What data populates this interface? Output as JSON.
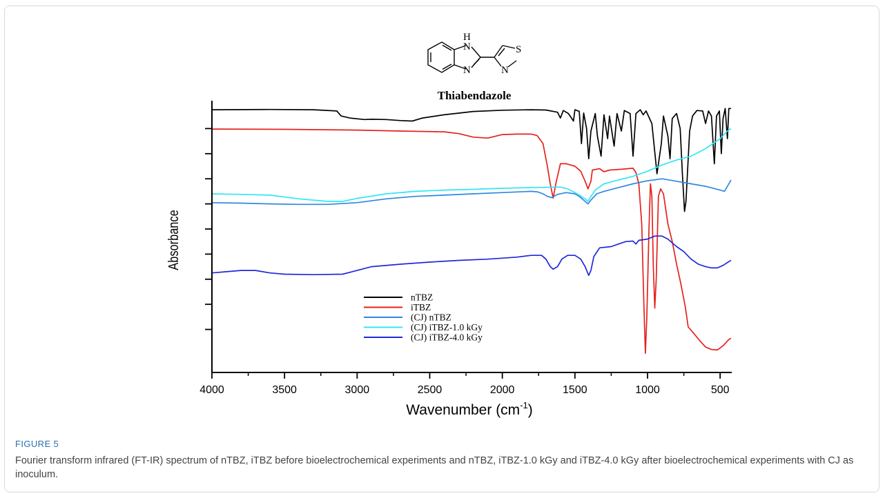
{
  "molecule": {
    "name": "Thiabendazole",
    "atom_labels": [
      "H",
      "N",
      "N",
      "N",
      "S"
    ]
  },
  "figure": {
    "label": "FIGURE 5",
    "caption": "Fourier transform infrared (FT-IR) spectrum of nTBZ, iTBZ before bioelectrochemical experiments and nTBZ, iTBZ-1.0 kGy and iTBZ-4.0 kGy after bioelectrochemical experiments with CJ as inoculum."
  },
  "chart_data": {
    "type": "line",
    "title": "",
    "xlabel_main": "Wavenumber (cm",
    "xlabel_sup": "-1",
    "xlabel_close": ")",
    "ylabel": "Absorbance",
    "xlim": [
      4000,
      420
    ],
    "x_reversed": true,
    "ylim": [
      0,
      10
    ],
    "x_ticks": [
      "4000",
      "3500",
      "3000",
      "2500",
      "2000",
      "1500",
      "1000",
      "500"
    ],
    "x_tick_values": [
      4000,
      3500,
      3000,
      2500,
      2000,
      1500,
      1000,
      500
    ],
    "y_tick_values": [
      1,
      2,
      3,
      4,
      5,
      6,
      7,
      8,
      9
    ],
    "y_ticks_labeled": false,
    "grid": false,
    "legend_position": "lower-center",
    "legend": [
      "nTBZ",
      "iTBZ",
      "(CJ) nTBZ",
      "(CJ) iTBZ-1.0 kGy",
      "(CJ) iTBZ-4.0 kGy"
    ],
    "series": [
      {
        "name": "nTBZ",
        "color": "#000000",
        "points": [
          [
            4000,
            9.75
          ],
          [
            3600,
            9.76
          ],
          [
            3300,
            9.75
          ],
          [
            3140,
            9.7
          ],
          [
            3110,
            9.5
          ],
          [
            3050,
            9.42
          ],
          [
            2950,
            9.36
          ],
          [
            2900,
            9.37
          ],
          [
            2800,
            9.36
          ],
          [
            2700,
            9.32
          ],
          [
            2620,
            9.3
          ],
          [
            2550,
            9.42
          ],
          [
            2400,
            9.55
          ],
          [
            2200,
            9.68
          ],
          [
            2000,
            9.73
          ],
          [
            1800,
            9.75
          ],
          [
            1700,
            9.74
          ],
          [
            1620,
            9.65
          ],
          [
            1600,
            9.42
          ],
          [
            1580,
            9.72
          ],
          [
            1545,
            9.6
          ],
          [
            1510,
            9.3
          ],
          [
            1500,
            9.75
          ],
          [
            1470,
            9.68
          ],
          [
            1455,
            8.4
          ],
          [
            1440,
            9.62
          ],
          [
            1420,
            9.0
          ],
          [
            1405,
            7.8
          ],
          [
            1390,
            8.9
          ],
          [
            1360,
            9.6
          ],
          [
            1345,
            8.7
          ],
          [
            1320,
            7.9
          ],
          [
            1300,
            9.55
          ],
          [
            1275,
            8.6
          ],
          [
            1262,
            9.5
          ],
          [
            1230,
            8.3
          ],
          [
            1210,
            9.6
          ],
          [
            1180,
            8.9
          ],
          [
            1160,
            9.72
          ],
          [
            1120,
            9.6
          ],
          [
            1100,
            7.9
          ],
          [
            1080,
            9.6
          ],
          [
            1050,
            9.75
          ],
          [
            1030,
            9.55
          ],
          [
            1010,
            9.7
          ],
          [
            970,
            9.2
          ],
          [
            935,
            7.2
          ],
          [
            905,
            8.4
          ],
          [
            890,
            9.5
          ],
          [
            860,
            8.7
          ],
          [
            845,
            7.8
          ],
          [
            830,
            9.4
          ],
          [
            800,
            9.6
          ],
          [
            775,
            9.0
          ],
          [
            760,
            7.2
          ],
          [
            745,
            5.7
          ],
          [
            735,
            6.1
          ],
          [
            710,
            8.9
          ],
          [
            690,
            9.5
          ],
          [
            660,
            9.72
          ],
          [
            620,
            9.7
          ],
          [
            600,
            9.2
          ],
          [
            580,
            9.7
          ],
          [
            560,
            9.5
          ],
          [
            540,
            7.6
          ],
          [
            525,
            9.5
          ],
          [
            505,
            9.7
          ],
          [
            492,
            8.0
          ],
          [
            480,
            9.4
          ],
          [
            465,
            9.8
          ],
          [
            450,
            8.6
          ],
          [
            440,
            9.8
          ],
          [
            425,
            9.8
          ]
        ]
      },
      {
        "name": "iTBZ",
        "color": "#e3211c",
        "points": [
          [
            4000,
            8.98
          ],
          [
            3500,
            8.97
          ],
          [
            3000,
            8.94
          ],
          [
            2700,
            8.9
          ],
          [
            2400,
            8.87
          ],
          [
            2300,
            8.8
          ],
          [
            2200,
            8.66
          ],
          [
            2100,
            8.62
          ],
          [
            2000,
            8.76
          ],
          [
            1900,
            8.78
          ],
          [
            1800,
            8.78
          ],
          [
            1760,
            8.72
          ],
          [
            1720,
            8.4
          ],
          [
            1690,
            7.5
          ],
          [
            1670,
            6.8
          ],
          [
            1650,
            6.23
          ],
          [
            1630,
            6.85
          ],
          [
            1600,
            7.6
          ],
          [
            1560,
            7.6
          ],
          [
            1530,
            7.55
          ],
          [
            1500,
            7.5
          ],
          [
            1460,
            7.3
          ],
          [
            1430,
            6.9
          ],
          [
            1410,
            6.6
          ],
          [
            1390,
            6.9
          ],
          [
            1380,
            7.35
          ],
          [
            1330,
            7.4
          ],
          [
            1300,
            7.28
          ],
          [
            1260,
            7.35
          ],
          [
            1180,
            7.38
          ],
          [
            1100,
            7.42
          ],
          [
            1080,
            7.25
          ],
          [
            1060,
            6.8
          ],
          [
            1040,
            5.2
          ],
          [
            1025,
            2.0
          ],
          [
            1015,
            0.05
          ],
          [
            1005,
            1.5
          ],
          [
            990,
            5.0
          ],
          [
            980,
            6.8
          ],
          [
            970,
            6.3
          ],
          [
            960,
            3.5
          ],
          [
            950,
            1.85
          ],
          [
            940,
            3.0
          ],
          [
            925,
            6.3
          ],
          [
            910,
            6.6
          ],
          [
            890,
            6.4
          ],
          [
            860,
            5.2
          ],
          [
            830,
            4.5
          ],
          [
            800,
            3.6
          ],
          [
            770,
            2.8
          ],
          [
            740,
            1.9
          ],
          [
            720,
            1.1
          ],
          [
            690,
            0.9
          ],
          [
            640,
            0.55
          ],
          [
            600,
            0.3
          ],
          [
            560,
            0.2
          ],
          [
            520,
            0.18
          ],
          [
            480,
            0.35
          ],
          [
            440,
            0.6
          ],
          [
            425,
            0.65
          ]
        ]
      },
      {
        "name": "(CJ) nTBZ",
        "color": "#2f86df",
        "points": [
          [
            4000,
            6.05
          ],
          [
            3800,
            6.03
          ],
          [
            3600,
            6.0
          ],
          [
            3400,
            5.98
          ],
          [
            3200,
            5.98
          ],
          [
            3000,
            6.05
          ],
          [
            2800,
            6.2
          ],
          [
            2600,
            6.3
          ],
          [
            2400,
            6.35
          ],
          [
            2200,
            6.4
          ],
          [
            2000,
            6.45
          ],
          [
            1800,
            6.5
          ],
          [
            1760,
            6.48
          ],
          [
            1720,
            6.4
          ],
          [
            1690,
            6.3
          ],
          [
            1660,
            6.25
          ],
          [
            1620,
            6.38
          ],
          [
            1560,
            6.45
          ],
          [
            1500,
            6.4
          ],
          [
            1470,
            6.3
          ],
          [
            1430,
            6.1
          ],
          [
            1410,
            6.0
          ],
          [
            1390,
            6.15
          ],
          [
            1350,
            6.4
          ],
          [
            1300,
            6.5
          ],
          [
            1200,
            6.65
          ],
          [
            1100,
            6.8
          ],
          [
            1000,
            6.92
          ],
          [
            900,
            7.0
          ],
          [
            800,
            6.9
          ],
          [
            700,
            6.8
          ],
          [
            600,
            6.7
          ],
          [
            500,
            6.55
          ],
          [
            470,
            6.5
          ],
          [
            440,
            6.8
          ],
          [
            425,
            6.95
          ]
        ]
      },
      {
        "name": "(CJ) iTBZ-1.0 kGy",
        "color": "#31e6f5",
        "points": [
          [
            4000,
            6.4
          ],
          [
            3800,
            6.38
          ],
          [
            3600,
            6.35
          ],
          [
            3400,
            6.2
          ],
          [
            3200,
            6.1
          ],
          [
            3100,
            6.1
          ],
          [
            3000,
            6.22
          ],
          [
            2800,
            6.4
          ],
          [
            2600,
            6.5
          ],
          [
            2400,
            6.55
          ],
          [
            2200,
            6.58
          ],
          [
            2000,
            6.62
          ],
          [
            1800,
            6.65
          ],
          [
            1700,
            6.66
          ],
          [
            1600,
            6.67
          ],
          [
            1550,
            6.6
          ],
          [
            1500,
            6.45
          ],
          [
            1470,
            6.35
          ],
          [
            1430,
            6.2
          ],
          [
            1410,
            6.1
          ],
          [
            1395,
            6.25
          ],
          [
            1360,
            6.55
          ],
          [
            1300,
            6.8
          ],
          [
            1200,
            6.95
          ],
          [
            1100,
            7.1
          ],
          [
            1000,
            7.3
          ],
          [
            900,
            7.55
          ],
          [
            800,
            7.75
          ],
          [
            700,
            7.9
          ],
          [
            600,
            8.2
          ],
          [
            500,
            8.6
          ],
          [
            450,
            8.9
          ],
          [
            425,
            9.0
          ]
        ]
      },
      {
        "name": "(CJ) iTBZ-4.0 kGy",
        "color": "#1f27d9",
        "points": [
          [
            4000,
            3.25
          ],
          [
            3900,
            3.3
          ],
          [
            3800,
            3.35
          ],
          [
            3700,
            3.35
          ],
          [
            3600,
            3.25
          ],
          [
            3500,
            3.2
          ],
          [
            3300,
            3.18
          ],
          [
            3100,
            3.2
          ],
          [
            3000,
            3.35
          ],
          [
            2900,
            3.5
          ],
          [
            2700,
            3.6
          ],
          [
            2500,
            3.68
          ],
          [
            2300,
            3.75
          ],
          [
            2100,
            3.8
          ],
          [
            1900,
            3.88
          ],
          [
            1800,
            3.95
          ],
          [
            1730,
            3.95
          ],
          [
            1700,
            3.8
          ],
          [
            1670,
            3.5
          ],
          [
            1650,
            3.4
          ],
          [
            1620,
            3.5
          ],
          [
            1590,
            3.8
          ],
          [
            1550,
            3.95
          ],
          [
            1500,
            3.95
          ],
          [
            1460,
            3.8
          ],
          [
            1430,
            3.5
          ],
          [
            1405,
            3.15
          ],
          [
            1390,
            3.35
          ],
          [
            1370,
            3.9
          ],
          [
            1330,
            4.25
          ],
          [
            1250,
            4.3
          ],
          [
            1200,
            4.4
          ],
          [
            1150,
            4.5
          ],
          [
            1100,
            4.52
          ],
          [
            1080,
            4.4
          ],
          [
            1060,
            4.55
          ],
          [
            1000,
            4.6
          ],
          [
            950,
            4.72
          ],
          [
            900,
            4.72
          ],
          [
            860,
            4.6
          ],
          [
            800,
            4.3
          ],
          [
            750,
            4.1
          ],
          [
            700,
            3.8
          ],
          [
            650,
            3.6
          ],
          [
            600,
            3.5
          ],
          [
            560,
            3.45
          ],
          [
            520,
            3.45
          ],
          [
            480,
            3.55
          ],
          [
            440,
            3.7
          ],
          [
            425,
            3.75
          ]
        ]
      }
    ]
  }
}
